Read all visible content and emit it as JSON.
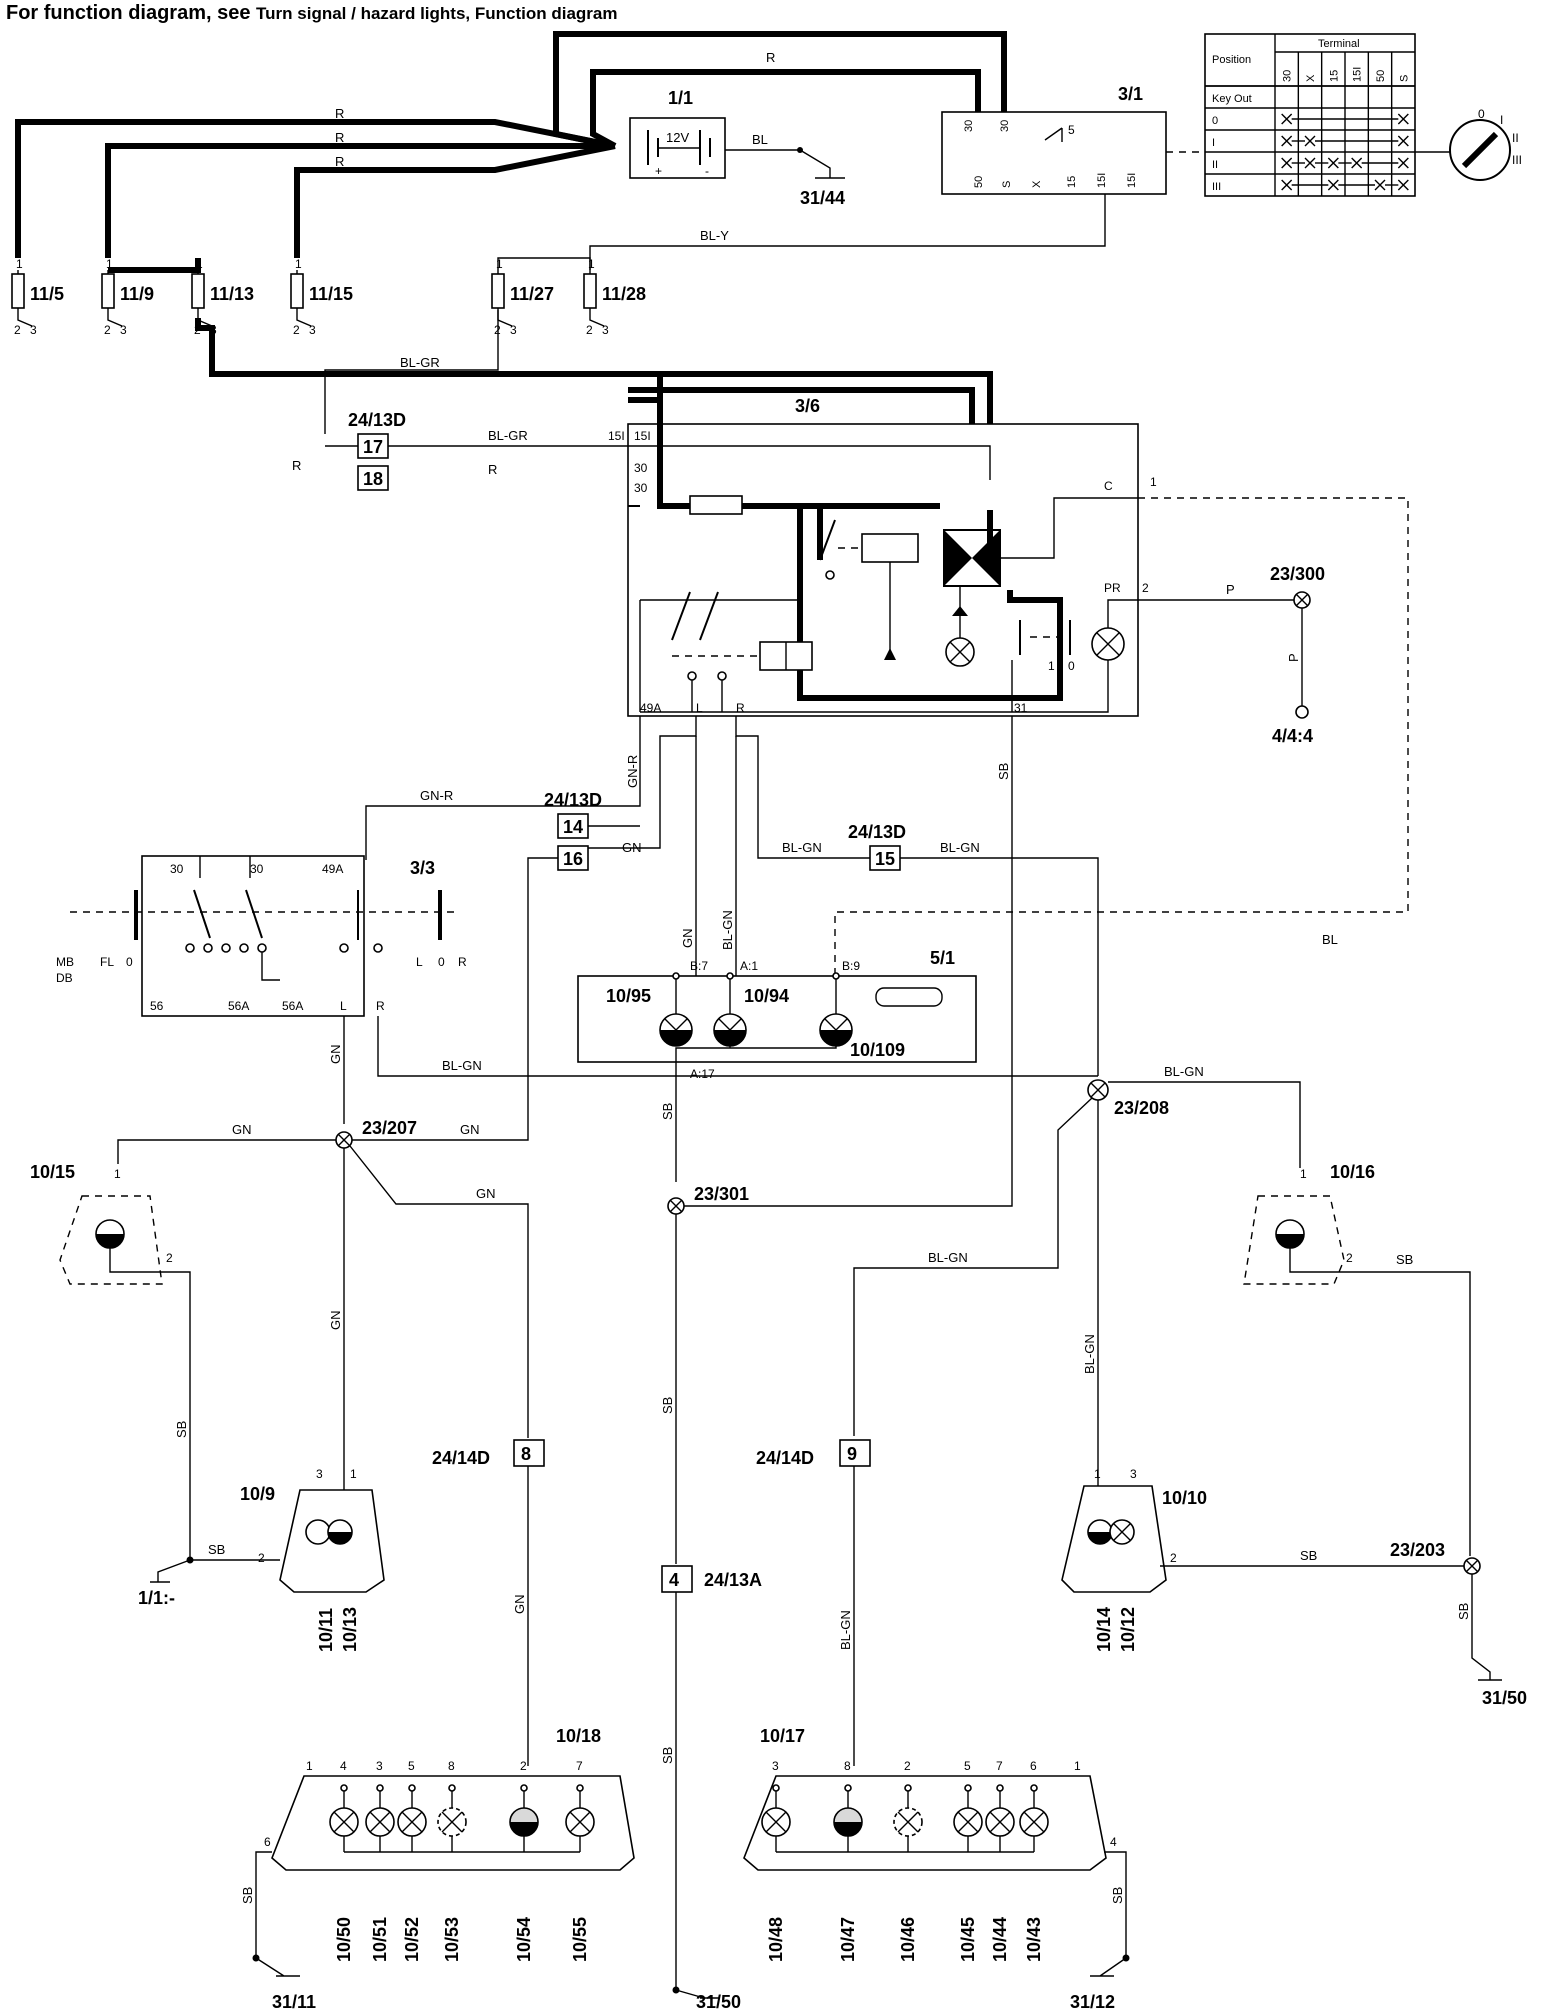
{
  "header": {
    "prefix": "For function diagram, see ",
    "link": "Turn signal / hazard lights, Function diagram"
  },
  "components": {
    "battery": "1/1",
    "battery_voltage": "12V",
    "battery_ground": "31/44",
    "ignition": "3/1",
    "relay": "3/6",
    "switch": "3/3",
    "cluster": "5/1",
    "fuse_5": "11/5",
    "fuse_9": "11/9",
    "fuse_13": "11/13",
    "fuse_15": "11/15",
    "fuse_27": "11/27",
    "fuse_28": "11/28",
    "conn_24_13d_a": "24/13D",
    "conn_24_13d_b": "24/13D",
    "conn_24_13d_c": "24/13D",
    "conn_24_14d_a": "24/14D",
    "conn_24_14d_b": "24/14D",
    "conn_24_13a": "24/13A",
    "pin_17": "17",
    "pin_18": "18",
    "pin_14": "14",
    "pin_16": "16",
    "pin_15": "15",
    "pin_8": "8",
    "pin_9": "9",
    "pin_4": "4",
    "splice_300": "23/300",
    "splice_207": "23/207",
    "splice_208": "23/208",
    "splice_301": "23/301",
    "splice_203": "23/203",
    "ref_444": "4/4:4",
    "ref_11": "1/1:-",
    "gnd_3111": "31/11",
    "gnd_3150a": "31/50",
    "gnd_3150b": "31/50",
    "gnd_3112": "31/12",
    "lamp_1015": "10/15",
    "lamp_1016": "10/16",
    "lamp_109": "10/9",
    "lamp_1010": "10/10",
    "lamp_1018": "10/18",
    "lamp_1017": "10/17",
    "ind_1095": "10/95",
    "ind_1094": "10/94",
    "ind_10109": "10/109",
    "sub_1011": "10/11",
    "sub_1013": "10/13",
    "sub_1014": "10/14",
    "sub_1012": "10/12",
    "rear_left": [
      "10/50",
      "10/51",
      "10/52",
      "10/53",
      "10/54",
      "10/55"
    ],
    "rear_right": [
      "10/48",
      "10/47",
      "10/46",
      "10/45",
      "10/44",
      "10/43"
    ]
  },
  "ignition_table": {
    "title": "Terminal",
    "position_label": "Position",
    "columns": [
      "30",
      "X",
      "15",
      "15I",
      "50",
      "S"
    ],
    "rows": [
      {
        "label": "Key Out",
        "marks": [
          false,
          false,
          false,
          false,
          false,
          false
        ]
      },
      {
        "label": "0",
        "marks": [
          true,
          false,
          false,
          false,
          false,
          true
        ]
      },
      {
        "label": "I",
        "marks": [
          true,
          true,
          false,
          false,
          false,
          true
        ]
      },
      {
        "label": "II",
        "marks": [
          true,
          true,
          true,
          true,
          false,
          true
        ]
      },
      {
        "label": "III",
        "marks": [
          true,
          false,
          true,
          false,
          true,
          true
        ]
      }
    ],
    "key_positions": [
      "0",
      "I",
      "II",
      "III"
    ]
  },
  "wires": {
    "r": "R",
    "bl": "BL",
    "bly": "BL-Y",
    "blgr": "BL-GR",
    "gnr": "GN-R",
    "gn": "GN",
    "blgn": "BL-GN",
    "sb": "SB",
    "p": "P"
  },
  "terminals": {
    "t30": "30",
    "t50": "50",
    "ts": "S",
    "tx": "X",
    "t15": "15",
    "t15i": "15I",
    "t5": "5",
    "t49a": "49A",
    "tl": "L",
    "tr": "R",
    "t31": "31",
    "tc": "C",
    "tpr": "PR",
    "t56": "56",
    "t56a": "56A",
    "t1": "1",
    "t0": "0",
    "tb7": "B:7",
    "ta1": "A:1",
    "tb9": "B:9",
    "ta17": "A:17",
    "mb": "MB",
    "db": "DB",
    "fl": "FL",
    "plus": "+",
    "minus": "-"
  }
}
